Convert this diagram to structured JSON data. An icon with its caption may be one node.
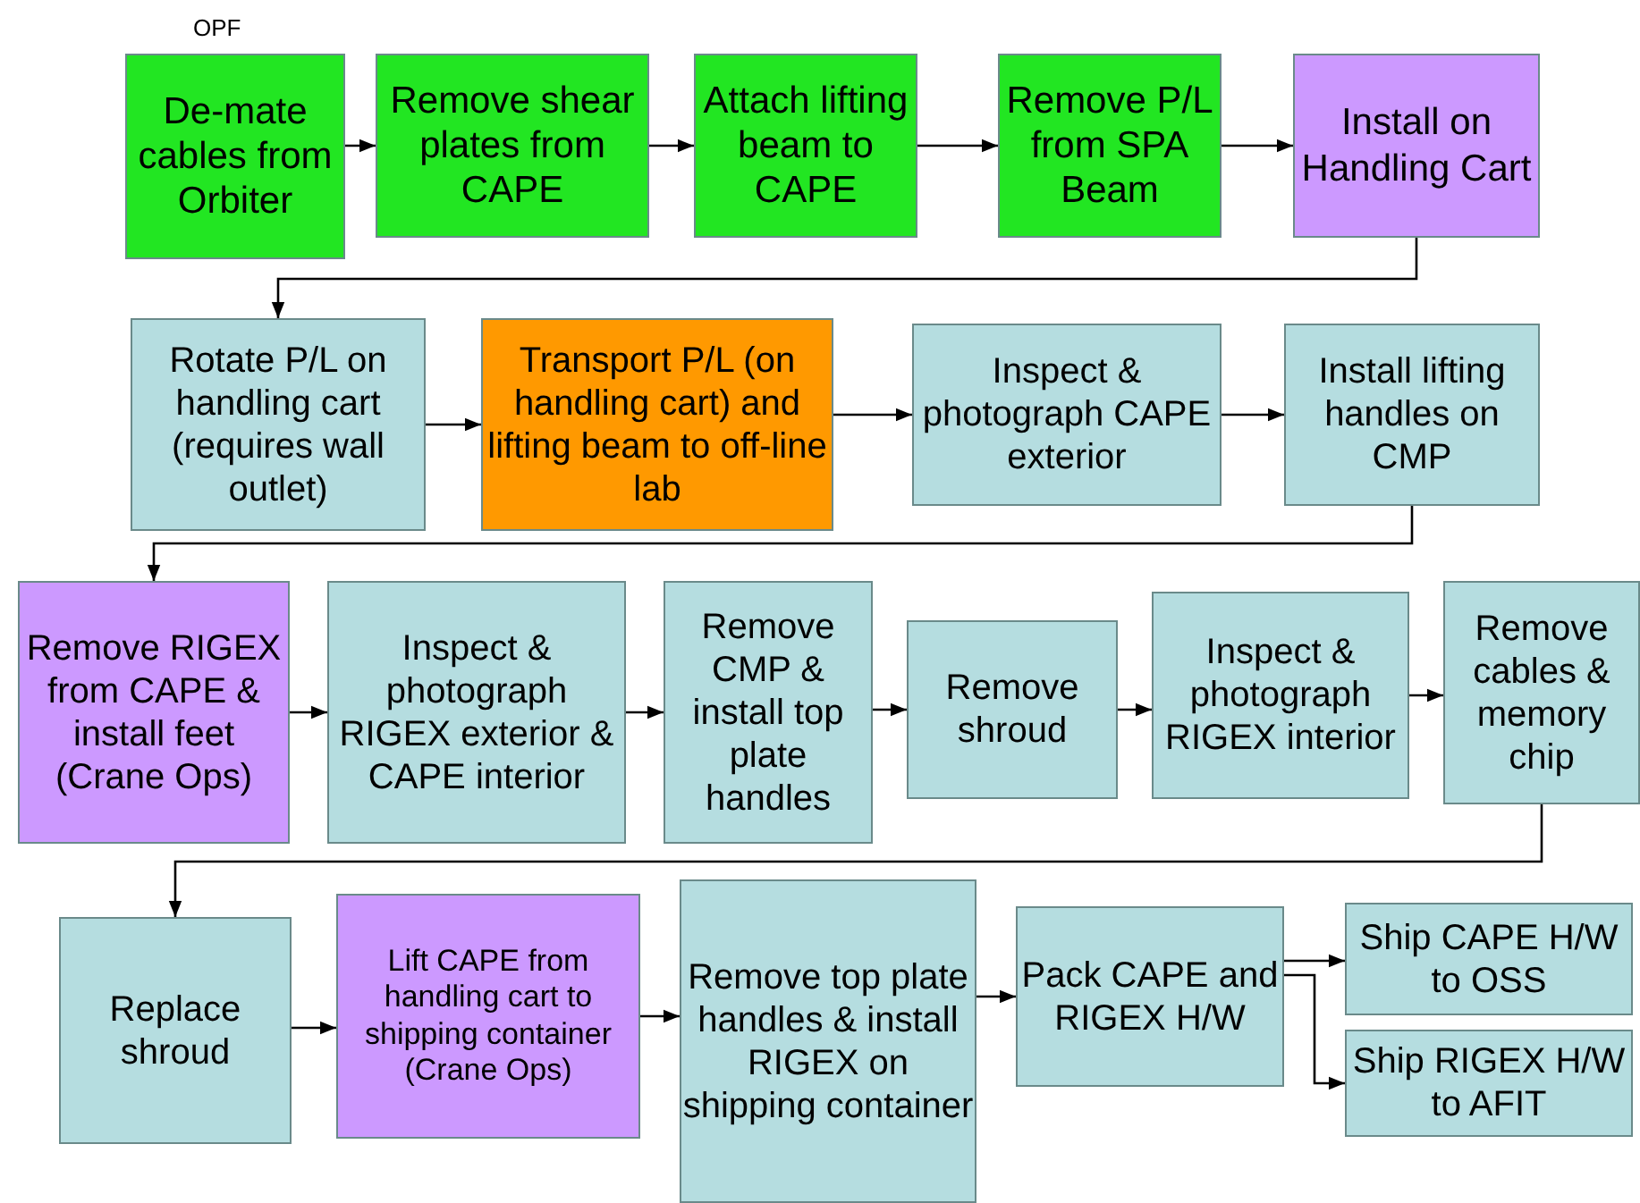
{
  "diagram": {
    "nodes": [
      {
        "text": [
          "De-mate cables from Orbiter"
        ],
        "beside": [
          "OPF"
        ]
      },
      {
        "text": [
          "Remove shear plates from CAPE"
        ]
      },
      {
        "text": [
          "Attach lifting beam to CAPE"
        ]
      },
      {
        "text": [
          "Remove P/L from SPA Beam"
        ]
      },
      {
        "text": [
          "Install on Handling Cart"
        ]
      },
      {
        "text": [
          "Rotate P/L on handling cart (requires wall outlet)"
        ]
      },
      {
        "text": [
          "Transport P/L (on handling cart) and lifting beam to off-line lab"
        ]
      },
      {
        "text": [
          "Inspect & photograph CAPE exterior"
        ]
      },
      {
        "text": [
          "Install lifting handles on CMP"
        ]
      },
      {
        "text": [
          "Remove RIGEX from CAPE & install feet (Crane Ops)"
        ]
      },
      {
        "text": [
          "Inspect & photograph RIGEX exterior & CAPE interior"
        ]
      },
      {
        "text": [
          "Remove CMP & install top plate handles"
        ]
      },
      {
        "text": [
          "Remove shroud"
        ]
      },
      {
        "text": [
          "Inspect & photograph RIGEX interior"
        ]
      },
      {
        "text": [
          "Remove cables & memory chip"
        ]
      },
      {
        "text": [
          "Replace shroud"
        ]
      },
      {
        "text": [
          "Lift CAPE from handling cart to shipping container (Crane Ops)"
        ]
      },
      {
        "text": [
          "Remove top plate handles & install RIGEX on shipping container"
        ]
      },
      {
        "text": [
          "Pack CAPE and RIGEX H/W"
        ]
      },
      {
        "text": [
          "Ship CAPE H/W to OSS"
        ]
      },
      {
        "text": [
          "Ship RIGEX H/W to AFIT"
        ]
      }
    ],
    "edges": [
      {
        "from": 0,
        "to": 1,
        "arrow": "to"
      },
      {
        "from": 1,
        "to": 2,
        "arrow": "to"
      },
      {
        "from": 2,
        "to": 3,
        "arrow": "to"
      },
      {
        "from": 3,
        "to": 4,
        "arrow": "to"
      },
      {
        "from": 4,
        "to": 5,
        "arrow": "to"
      },
      {
        "from": 5,
        "to": 6,
        "arrow": "to"
      },
      {
        "from": 6,
        "to": 7,
        "arrow": "to"
      },
      {
        "from": 7,
        "to": 8,
        "arrow": "to"
      },
      {
        "from": 8,
        "to": 9,
        "arrow": "to"
      },
      {
        "from": 9,
        "to": 10,
        "arrow": "to"
      },
      {
        "from": 10,
        "to": 11,
        "arrow": "to"
      },
      {
        "from": 11,
        "to": 12,
        "arrow": "to"
      },
      {
        "from": 12,
        "to": 13,
        "arrow": "to"
      },
      {
        "from": 13,
        "to": 14,
        "arrow": "to"
      },
      {
        "from": 14,
        "to": 15,
        "arrow": "to"
      },
      {
        "from": 15,
        "to": 16,
        "arrow": "to"
      },
      {
        "from": 16,
        "to": 17,
        "arrow": "to"
      },
      {
        "from": 17,
        "to": 18,
        "arrow": "to"
      },
      {
        "from": 18,
        "to": 19,
        "arrow": "to"
      },
      {
        "from": 18,
        "to": 20,
        "arrow": "to"
      }
    ]
  }
}
